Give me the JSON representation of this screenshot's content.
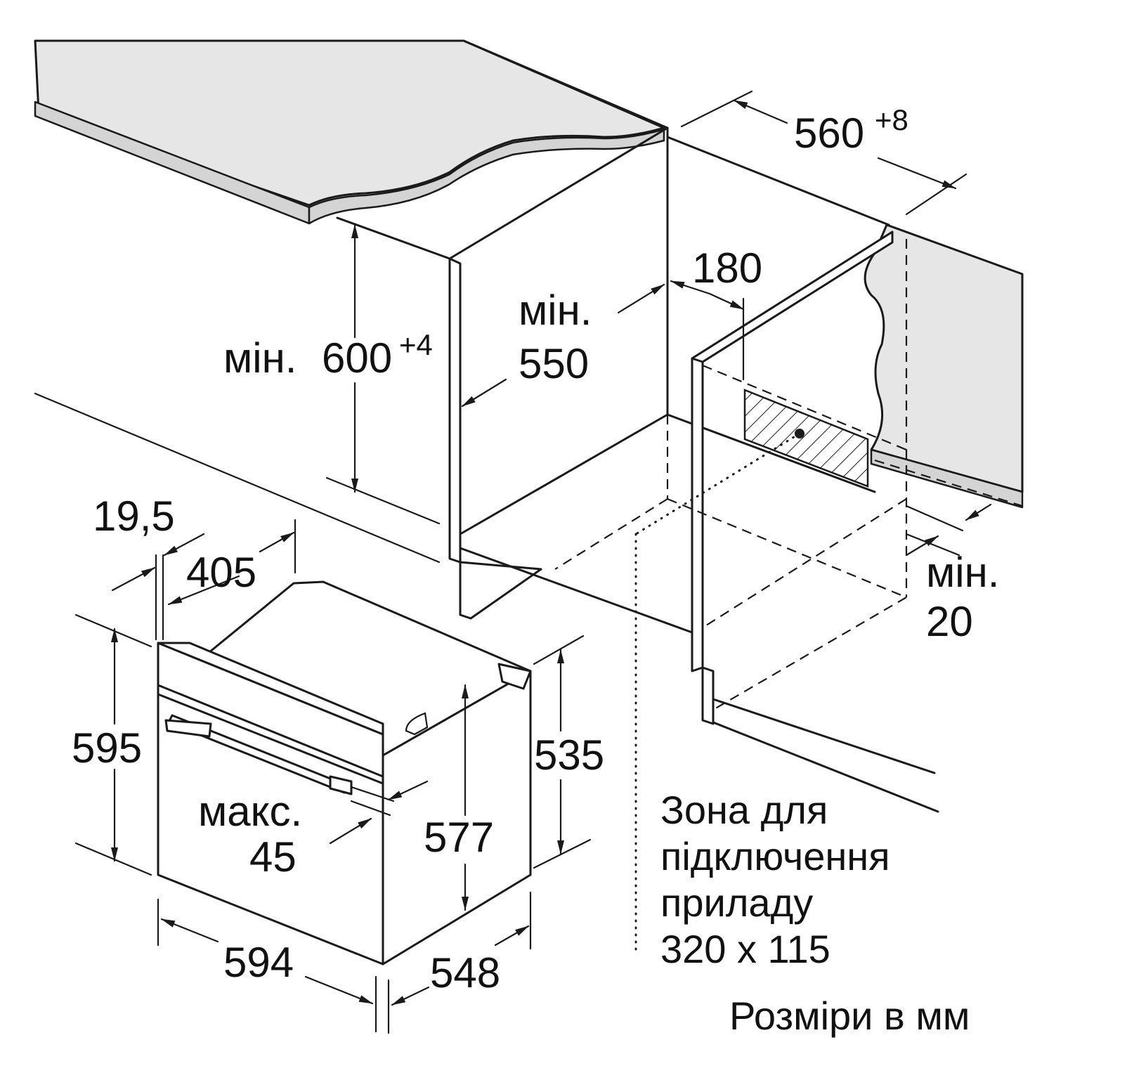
{
  "dimensions": {
    "niche_width": {
      "value": "560",
      "tolerance": "+8"
    },
    "cabinet_height": {
      "prefix": "мін.",
      "value": "600",
      "tolerance": "+4"
    },
    "depth_min_label": "мін.",
    "depth_min_value": "550",
    "offset_180": "180",
    "gap_min_label": "мін.",
    "gap_min_value": "20",
    "panel_thickness": "19,5",
    "top_depth": "405",
    "oven_height": "595",
    "body_height": "535",
    "door_height": "577",
    "handle_label": "макс.",
    "handle_value": "45",
    "oven_width": "594",
    "oven_depth": "548"
  },
  "connection_zone": {
    "line1": "Зона для",
    "line2": "підключення",
    "line3": "приладу",
    "line4": "320 x 115"
  },
  "units_note": "Розміри в мм",
  "colors": {
    "line": "#1a1a1a",
    "countertop": "#e6e6e6",
    "edge": "#d4d4d4"
  }
}
